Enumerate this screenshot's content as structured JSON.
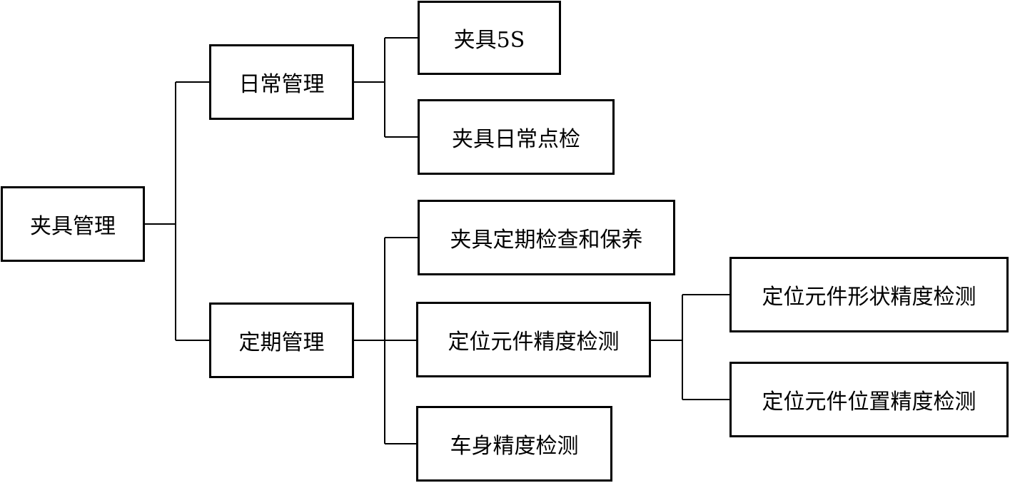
{
  "diagram": {
    "root": {
      "label": "夹具管理"
    },
    "branches": {
      "daily": {
        "label": "日常管理",
        "children": [
          {
            "label": "夹具5S"
          },
          {
            "label": "夹具日常点检"
          }
        ]
      },
      "periodic": {
        "label": "定期管理",
        "children": [
          {
            "label": "夹具定期检查和保养"
          },
          {
            "label": "定位元件精度检测",
            "children": [
              {
                "label": "定位元件形状精度检测"
              },
              {
                "label": "定位元件位置精度检测"
              }
            ]
          },
          {
            "label": "车身精度检测"
          }
        ]
      }
    }
  }
}
